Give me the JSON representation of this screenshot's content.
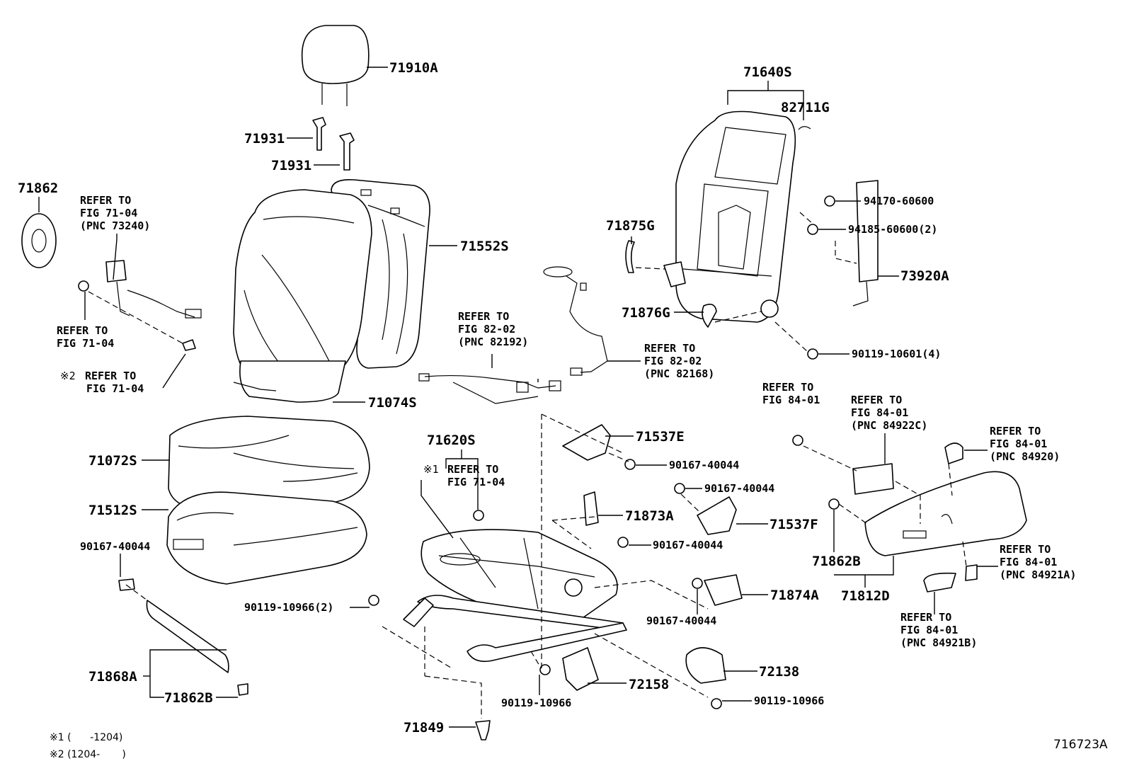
{
  "figure_id": "716723A",
  "parts": {
    "p71910A": "71910A",
    "p71931a": "71931",
    "p71931b": "71931",
    "p71862": "71862",
    "p71552S": "71552S",
    "p71074S": "71074S",
    "p71072S": "71072S",
    "p71512S": "71512S",
    "p90167_l": "90167-40044",
    "p71868A": "71868A",
    "p71862B_l": "71862B",
    "p71640S": "71640S",
    "p82711G": "82711G",
    "p94170": "94170-60600",
    "p94185": "94185-60600(2)",
    "p73920A": "73920A",
    "p71875G": "71875G",
    "p71876G": "71876G",
    "p90119_10601": "90119-10601(4)",
    "p71620S": "71620S",
    "p71537E": "71537E",
    "p90167_a": "90167-40044",
    "p90167_b": "90167-40044",
    "p71873A": "71873A",
    "p71537F": "71537F",
    "p90167_c": "90167-40044",
    "p90167_d": "90167-40044",
    "p71874A": "71874A",
    "p90119_10966_2": "90119-10966(2)",
    "p90119_10966_a": "90119-10966",
    "p90119_10966_b": "90119-10966",
    "p72158": "72158",
    "p72138": "72138",
    "p71849": "71849",
    "p71862B_r": "71862B",
    "p71812D": "71812D"
  },
  "refs": {
    "r1": [
      "REFER TO",
      "FIG 71-04",
      "(PNC 73240)"
    ],
    "r2": [
      "REFER TO",
      "FIG 71-04"
    ],
    "r3": [
      "REFER TO",
      "FIG 71-04"
    ],
    "r4": [
      "REFER TO",
      "FIG 82-02",
      "(PNC 82192)"
    ],
    "r5": [
      "REFER TO",
      "FIG 82-02",
      "(PNC 82168)"
    ],
    "r6": [
      "REFER TO",
      "FIG 71-04"
    ],
    "r7": [
      "REFER TO",
      "FIG 84-01"
    ],
    "r8": [
      "REFER TO",
      "FIG 84-01",
      "(PNC 84922C)"
    ],
    "r9": [
      "REFER TO",
      "FIG 84-01",
      "(PNC 84920)"
    ],
    "r10": [
      "REFER TO",
      "FIG 84-01",
      "(PNC 84921A)"
    ],
    "r11": [
      "REFER TO",
      "FIG 84-01",
      "(PNC 84921B)"
    ]
  },
  "marks": {
    "m2": "※2",
    "m1": "※1"
  },
  "footnotes": {
    "f1": "※1 (      -1204)",
    "f2": "※2 (1204-       )"
  }
}
